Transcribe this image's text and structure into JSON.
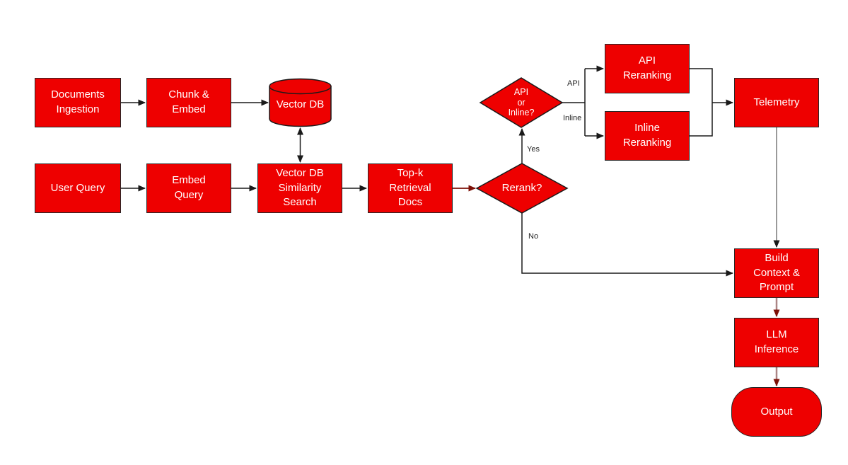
{
  "diagram": {
    "description": "RAG pipeline flowchart",
    "colors": {
      "node_fill": "#ee0000",
      "node_border": "#262626",
      "node_text": "#ffffff",
      "edge_black": "#1a1a1a",
      "edge_dark_red": "#7d1007",
      "edge_rose_line": "#ab8585",
      "edge_gray_line": "#9a9a9a",
      "edge_label_text": "#1f1f1f",
      "background": "#ffffff"
    },
    "nodes": [
      {
        "id": "documents_ingestion",
        "shape": "rect",
        "label": "Documents\nIngestion"
      },
      {
        "id": "chunk_embed",
        "shape": "rect",
        "label": "Chunk &\nEmbed"
      },
      {
        "id": "vector_db",
        "shape": "cylinder",
        "label": "Vector\nDB"
      },
      {
        "id": "user_query",
        "shape": "rect",
        "label": "User Query"
      },
      {
        "id": "embed_query",
        "shape": "rect",
        "label": "Embed\nQuery"
      },
      {
        "id": "vector_db_similarity_search",
        "shape": "rect",
        "label": "Vector DB\nSimilarity\nSearch"
      },
      {
        "id": "topk_retrieval_docs",
        "shape": "rect",
        "label": "Top-k\nRetrieval\nDocs"
      },
      {
        "id": "rerank_decision",
        "shape": "diamond",
        "label": "Rerank?"
      },
      {
        "id": "api_or_inline_decision",
        "shape": "diamond",
        "label": "API\nor\nInline?"
      },
      {
        "id": "api_reranking",
        "shape": "rect",
        "label": "API\nReranking"
      },
      {
        "id": "inline_reranking",
        "shape": "rect",
        "label": "Inline\nReranking"
      },
      {
        "id": "telemetry",
        "shape": "rect",
        "label": "Telemetry"
      },
      {
        "id": "build_context_prompt",
        "shape": "rect",
        "label": "Build\nContext &\nPrompt"
      },
      {
        "id": "llm_inference",
        "shape": "rect",
        "label": "LLM\nInference"
      },
      {
        "id": "output",
        "shape": "stadium",
        "label": "Output"
      }
    ],
    "edge_labels": [
      {
        "id": "yes",
        "text": "Yes"
      },
      {
        "id": "no",
        "text": "No"
      },
      {
        "id": "api",
        "text": "API"
      },
      {
        "id": "inline",
        "text": "Inline"
      }
    ]
  }
}
